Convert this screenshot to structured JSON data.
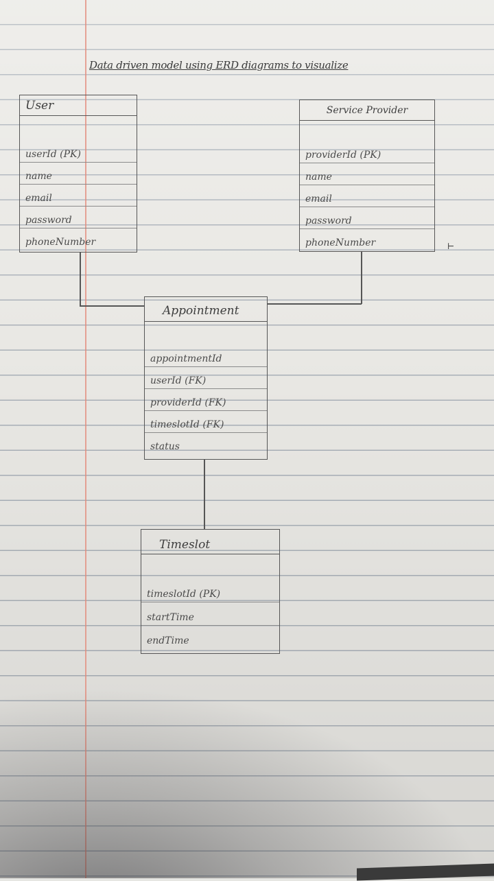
{
  "title": "Data driven model using ERD diagrams to visualize",
  "entities": {
    "user": {
      "name": "User",
      "attributes": [
        "userId (PK)",
        "name",
        "email",
        "password",
        "phoneNumber"
      ]
    },
    "service_provider": {
      "name": "Service Provider",
      "attributes": [
        "providerId (PK)",
        "name",
        "email",
        "password",
        "phoneNumber"
      ]
    },
    "appointment": {
      "name": "Appointment",
      "attributes": [
        "appointmentId",
        "userId (FK)",
        "providerId (FK)",
        "timeslotId (FK)",
        "status"
      ]
    },
    "timeslot": {
      "name": "Timeslot",
      "attributes": [
        "timeslotId (PK)",
        "startTime",
        "endTime"
      ]
    }
  },
  "relationships": [
    {
      "from": "User",
      "to": "Appointment"
    },
    {
      "from": "Service Provider",
      "to": "Appointment"
    },
    {
      "from": "Appointment",
      "to": "Timeslot"
    }
  ],
  "colors": {
    "ink": "#555555",
    "paper": "#e9e8e4",
    "rule": "#a9b0b8",
    "margin": "#e38a7a"
  }
}
